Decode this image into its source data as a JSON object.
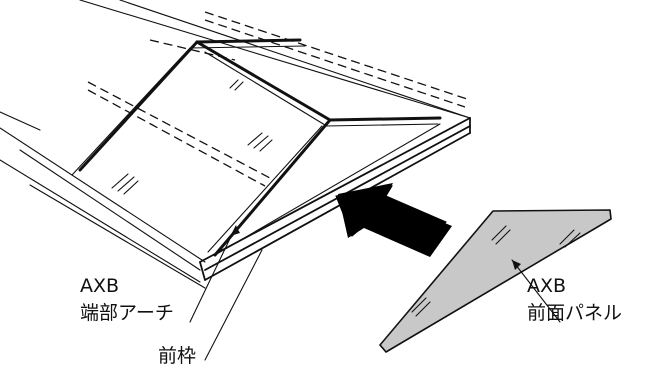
{
  "labels": {
    "end_arch_line1": "AXB",
    "end_arch_line2": "端部アーチ",
    "front_frame": "前枠",
    "front_panel_line1": "AXB",
    "front_panel_line2": "前面パネル"
  },
  "colors": {
    "line": "#111111",
    "panel_fill": "#c8c8c8",
    "arrow_fill": "#000000",
    "background": "#ffffff"
  },
  "icons": {
    "insertion_arrow": "big-black-arrow-pointing-up-left"
  }
}
